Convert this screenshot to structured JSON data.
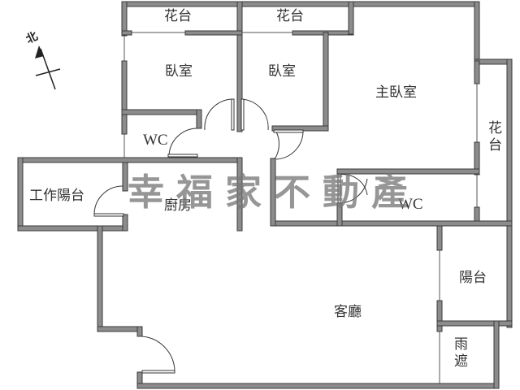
{
  "compass": {
    "label": "北",
    "icon": "north-arrow-icon"
  },
  "watermark": {
    "text": "幸福家不動產"
  },
  "rooms": {
    "planter_top_left": "花台",
    "planter_top_mid": "花台",
    "bedroom_1": "臥室",
    "bedroom_2": "臥室",
    "master_bedroom": "主臥室",
    "planter_right": "花台",
    "wc_1": "WC",
    "wc_2": "WC",
    "utility_balcony": "工作陽台",
    "kitchen": "廚房",
    "living_room": "客廳",
    "balcony": "陽台",
    "canopy": "雨遮"
  },
  "colors": {
    "wall_fill": "#8c8c8c",
    "wall_stroke": "#3a3a3a",
    "text": "#333333",
    "watermark": "#787878"
  }
}
